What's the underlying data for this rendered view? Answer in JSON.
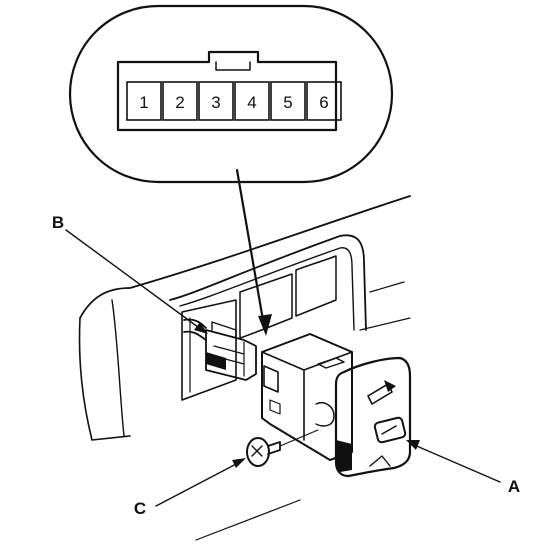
{
  "connector": {
    "pins": [
      "1",
      "2",
      "3",
      "4",
      "5",
      "6"
    ]
  },
  "callouts": {
    "a": "A",
    "b": "B",
    "c": "C"
  },
  "colors": {
    "ink": "#111111",
    "paper": "#ffffff"
  }
}
